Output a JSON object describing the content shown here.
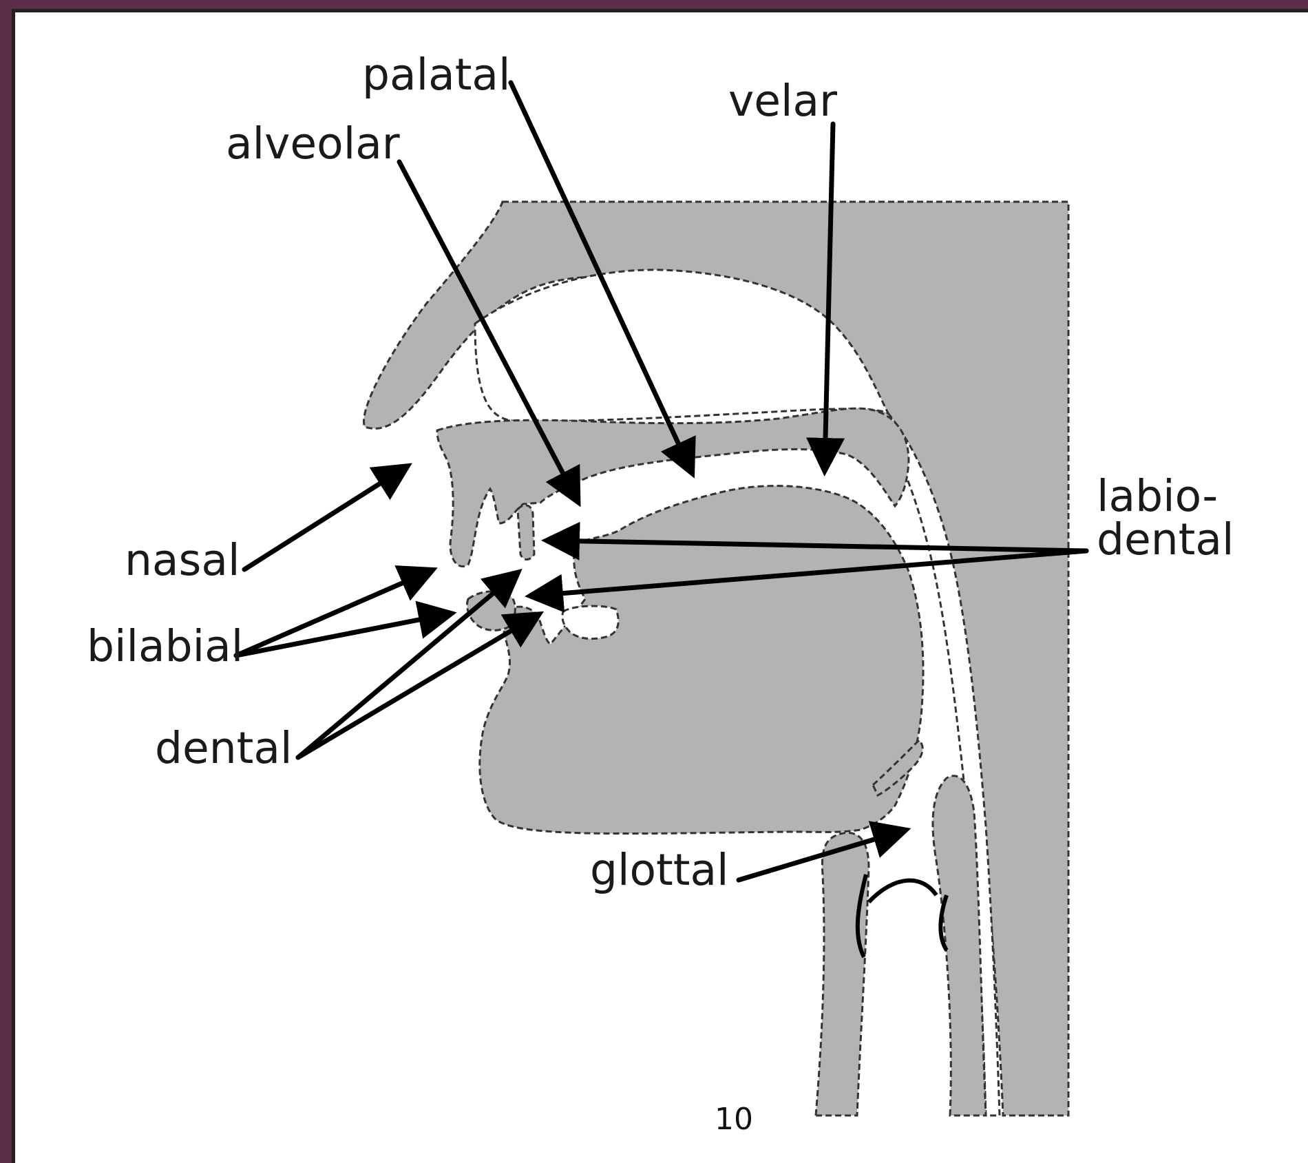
{
  "diagram": {
    "labels": {
      "palatal": "palatal",
      "velar": "velar",
      "alveolar": "alveolar",
      "labio_dental_line1": "labio-",
      "labio_dental_line2": "dental",
      "nasal": "nasal",
      "bilabial": "bilabial",
      "dental": "dental",
      "glottal": "glottal"
    },
    "colors": {
      "tissue": "#b3b3b3",
      "arrows": "#000000",
      "frame_accent": "#5a2e48"
    }
  },
  "footer": {
    "page_number": "10"
  }
}
